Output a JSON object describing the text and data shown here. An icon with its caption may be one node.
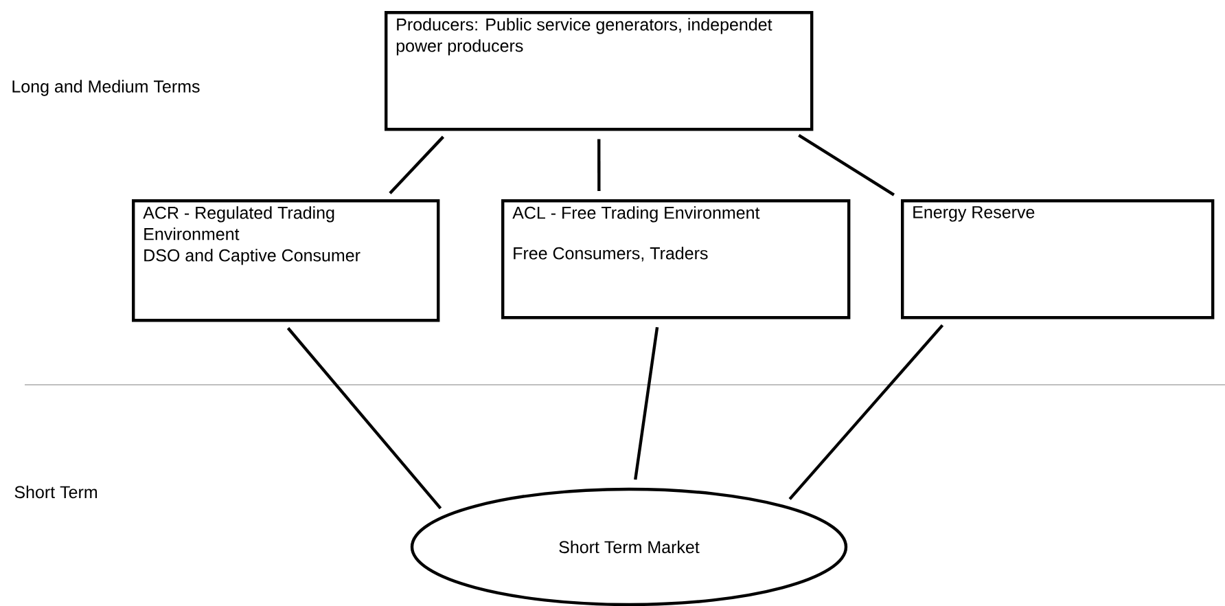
{
  "diagram": {
    "nodes": [
      {
        "text": [
          "Producers: Public service generators, independet power producers"
        ]
      },
      {
        "text": [
          "ACR - Regulated Trading Environment",
          "DSO and Captive Consumer"
        ]
      },
      {
        "text": [
          "ACL - Free Trading Environment",
          "Free Consumers, Traders"
        ]
      },
      {
        "text": [
          "Energy Reserve"
        ]
      },
      {
        "text": [
          "Short Term Market"
        ]
      }
    ],
    "edges": [
      {
        "from": 0,
        "to": 1,
        "arrow": "none"
      },
      {
        "from": 0,
        "to": 2,
        "arrow": "none"
      },
      {
        "from": 0,
        "to": 3,
        "arrow": "none"
      },
      {
        "from": 1,
        "to": 4,
        "arrow": "none"
      },
      {
        "from": 2,
        "to": 4,
        "arrow": "none"
      },
      {
        "from": 3,
        "to": 4,
        "arrow": "none"
      }
    ],
    "labels": [
      "Long and Medium Terms",
      "Short Term"
    ]
  }
}
